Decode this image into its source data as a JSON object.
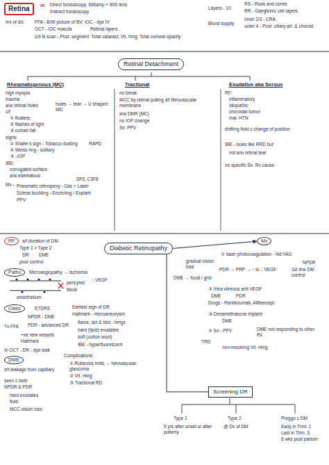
{
  "diagram": {
    "nodes": [
      {
        "text": [
          "Retina"
        ]
      },
      {
        "text": [
          "Retinal Detachment"
        ]
      },
      {
        "text": [
          "RF"
        ]
      },
      {
        "text": [
          "Diabetic Retinopathy"
        ]
      },
      {
        "text": [
          "Mx"
        ]
      },
      {
        "text": [
          "Patho"
        ]
      },
      {
        "text": [
          "Class"
        ]
      },
      {
        "text": [
          "DME"
        ]
      },
      {
        "text": [
          "Screening DR"
        ]
      }
    ],
    "edges": [
      {
        "from": 3,
        "to": 4,
        "arrow": "to"
      },
      {
        "from": 3,
        "to": 8,
        "arrow": "none"
      }
    ],
    "labels": [
      "dx",
      "Direct fundoscopy, Slitlamp + 90D lens",
      "Indirect fundoscopy",
      "Inx of d/c",
      "FFA - B/W picture of BV; IOC - dye IV",
      "OCT - IOC macula",
      "Retinal layers",
      "US B scan - Post. segment: Total cataract, Vit. hmg, Total corneal opacity",
      "Layers - 10",
      "RS - Rods and cones",
      "RR - Ganglionic cell layers",
      "Blood supply",
      "inner 2/3 - CRA",
      "outer 4 - Post. ciliary art. & choroid",
      "Rhegmatogenous (MC)",
      "Tractional",
      "Exudative aka Serous",
      "high myopia",
      "trauma",
      "a/w retinal holes",
      "holes → tear → U shaped MD",
      "c/f",
      "① floaters",
      "② flashes of light",
      "③ curtain fall",
      "signs:",
      "① Shafer's sign - Tobacco dusting",
      "RAPD",
      "② Weiss ring - solitary",
      "③ ↓IOP",
      "IBE:",
      "corrugated surface",
      "a/w edematous",
      "Mx -",
      "SF6, C3F8",
      "Pneumatic retinopexy - Gas + Laser",
      "Scleral buckling - Encircling / Explant",
      "PPV",
      "no break",
      "MCC by retinal pulling d/t fibrovascular membrane",
      "a/w DMR (MC)",
      "no IOP change",
      "Sx: PPV",
      "RF:",
      "inflammatory",
      "idiopathic",
      "choroidal tumor",
      "mal. HTN",
      "shifting fluid c change of position",
      "IBE - looks like RRD but",
      "not a/w retinal tear",
      "no specific Sx. Rx cause.",
      "a/f duration of DM",
      "Type 1 > Type 2",
      "DR",
      "DME",
      "poor control",
      "gradual vision loss",
      "Microangiopathy → Ischemia",
      "↑ VEGF",
      "pericytes",
      "block",
      "endothelium",
      "ETDRS",
      "NPDR - DME",
      "Tx FFA",
      "PDR - advanced DR",
      "Earliest sign of DR",
      "Hallmark - microaneurysm",
      "flame, dot & blot - hmgs",
      "hard (lipid) exudates",
      "soft (cotton wool)",
      "IBE - hyperfluorescent",
      "+ve new vessels",
      "Hallmark",
      "In OCT - DR - dye leak",
      "Complications:",
      "① Rubeosis iridis → Neovascular glaucoma",
      "② Vit. Hmg",
      "③ Tractional RD",
      "d/t leakage from capillary",
      "seen c both",
      "NPDR & PDR",
      "hard exudates",
      "fluid",
      "MCC vision loss",
      "① laser photocoagulation - Nd:YAG",
      "NPDR",
      "PDR → PRP → ↑ to ↓ VEGF",
      "1st line DM control",
      "DME → focal / grid",
      "② Intra vitreous anti VEGF",
      "DME",
      "PDR",
      "Drugs - Ranibizumab, Aflibercept",
      "③ Dexamethasone implant",
      "DME",
      "④ Sx - PPV",
      "DME not responding to other Rx",
      "TRD",
      "non-resolving Vit. Hmg",
      "Type 1",
      "Type 2",
      "Preggo c DM",
      "5 yrs after onset or after puberty",
      "@ Dx of DM",
      "Early in Trim. 1",
      "Last in Trim. 3",
      "6 wks post partum"
    ]
  }
}
